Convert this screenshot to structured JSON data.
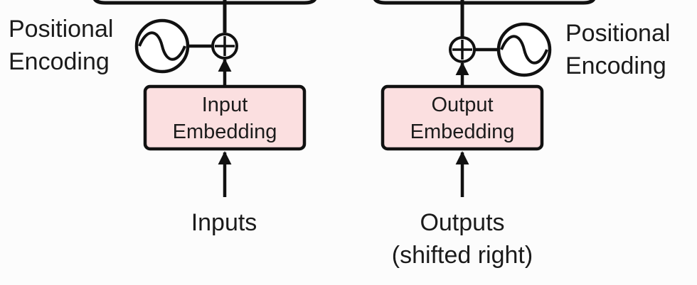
{
  "colors": {
    "background": "#fcfcfc",
    "embedding_fill": "#fbdfe0",
    "stroke": "#111111",
    "text": "#1b1b1b"
  },
  "encoder": {
    "positional_encoding": {
      "line1": "Positional",
      "line2": "Encoding"
    },
    "embedding": {
      "line1": "Input",
      "line2": "Embedding"
    },
    "input_label": "Inputs"
  },
  "decoder": {
    "positional_encoding": {
      "line1": "Positional",
      "line2": "Encoding"
    },
    "embedding": {
      "line1": "Output",
      "line2": "Embedding"
    },
    "input_label": {
      "line1": "Outputs",
      "line2": "(shifted right)"
    }
  }
}
